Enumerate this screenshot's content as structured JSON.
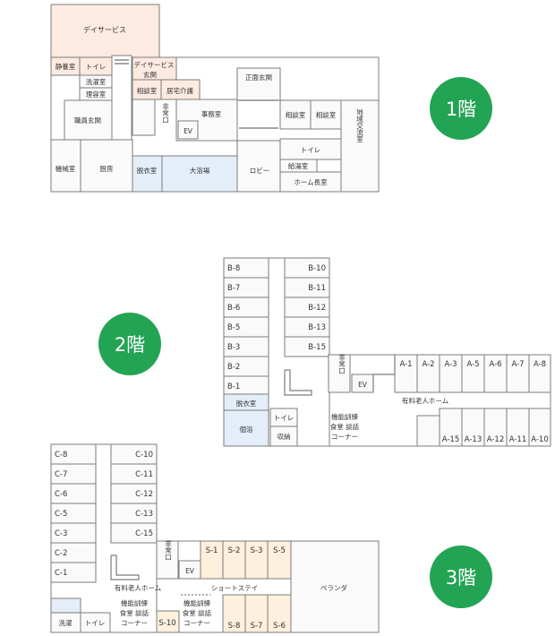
{
  "floor_labels": {
    "f1": "1階",
    "f2": "2階",
    "f3": "3階"
  },
  "colors": {
    "badge": "#23a454",
    "pink": "#fdeae1",
    "yellow": "#fdf0dc",
    "blue": "#e4eef8"
  },
  "f1": {
    "day_service": "デイサービス",
    "shizuyo": "静養室",
    "toilet": "トイレ",
    "ds_entrance_1": "デイサービス",
    "ds_entrance_2": "玄関",
    "laundry": "洗濯室",
    "barber": "理容室",
    "staff_entrance": "職員玄関",
    "consult": "相談室",
    "home_care": "居宅介護",
    "front_entrance": "正面玄関",
    "emergency": "非常口",
    "office": "事務室",
    "consult_a": "相談室",
    "consult_b": "相談室",
    "community": "地域交流室",
    "ev": "EV",
    "machine": "機械室",
    "kitchen": "厨房",
    "changing": "脱衣室",
    "bath": "大浴場",
    "lobby": "ロビー",
    "toilet2": "トイレ",
    "hot_water": "給湯室",
    "home_director": "ホーム長室"
  },
  "f2": {
    "rooms_b_left": [
      "B-8",
      "B-7",
      "B-6",
      "B-5",
      "B-3",
      "B-2",
      "B-1"
    ],
    "rooms_b_right": [
      "B-10",
      "B-11",
      "B-12",
      "B-13",
      "B-15"
    ],
    "rooms_a_top": [
      "A-1",
      "A-2",
      "A-3",
      "A-5",
      "A-6",
      "A-7",
      "A-8"
    ],
    "rooms_a_bottom": [
      "A-15",
      "A-13",
      "A-12",
      "A-11",
      "A-10"
    ],
    "emergency": "非常口",
    "ev": "EV",
    "nursing_home": "有料老人ホーム",
    "changing": "脱衣室",
    "toilet": "トイレ",
    "individual_bath": "個浴",
    "storage": "収納",
    "training_1": "機能訓練",
    "training_2": "食堂 談話",
    "training_3": "コーナー"
  },
  "f3": {
    "rooms_c_left": [
      "C-8",
      "C-7",
      "C-6",
      "C-5",
      "C-3",
      "C-2",
      "C-1"
    ],
    "rooms_c_right": [
      "C-10",
      "C-11",
      "C-12",
      "C-13",
      "C-15"
    ],
    "rooms_s_top": [
      "S-1",
      "S-2",
      "S-3",
      "S-5"
    ],
    "rooms_s_bottom": [
      "S-8",
      "S-7",
      "S-6"
    ],
    "room_s10": "S-10",
    "emergency": "非常口",
    "ev": "EV",
    "veranda": "ベランダ",
    "nursing_home": "有料老人ホーム",
    "short_stay": "ショートステイ",
    "laundry": "洗濯",
    "toilet": "トイレ",
    "training_1": "機能訓練",
    "training_2": "食堂 談話",
    "training_3": "コーナー"
  }
}
